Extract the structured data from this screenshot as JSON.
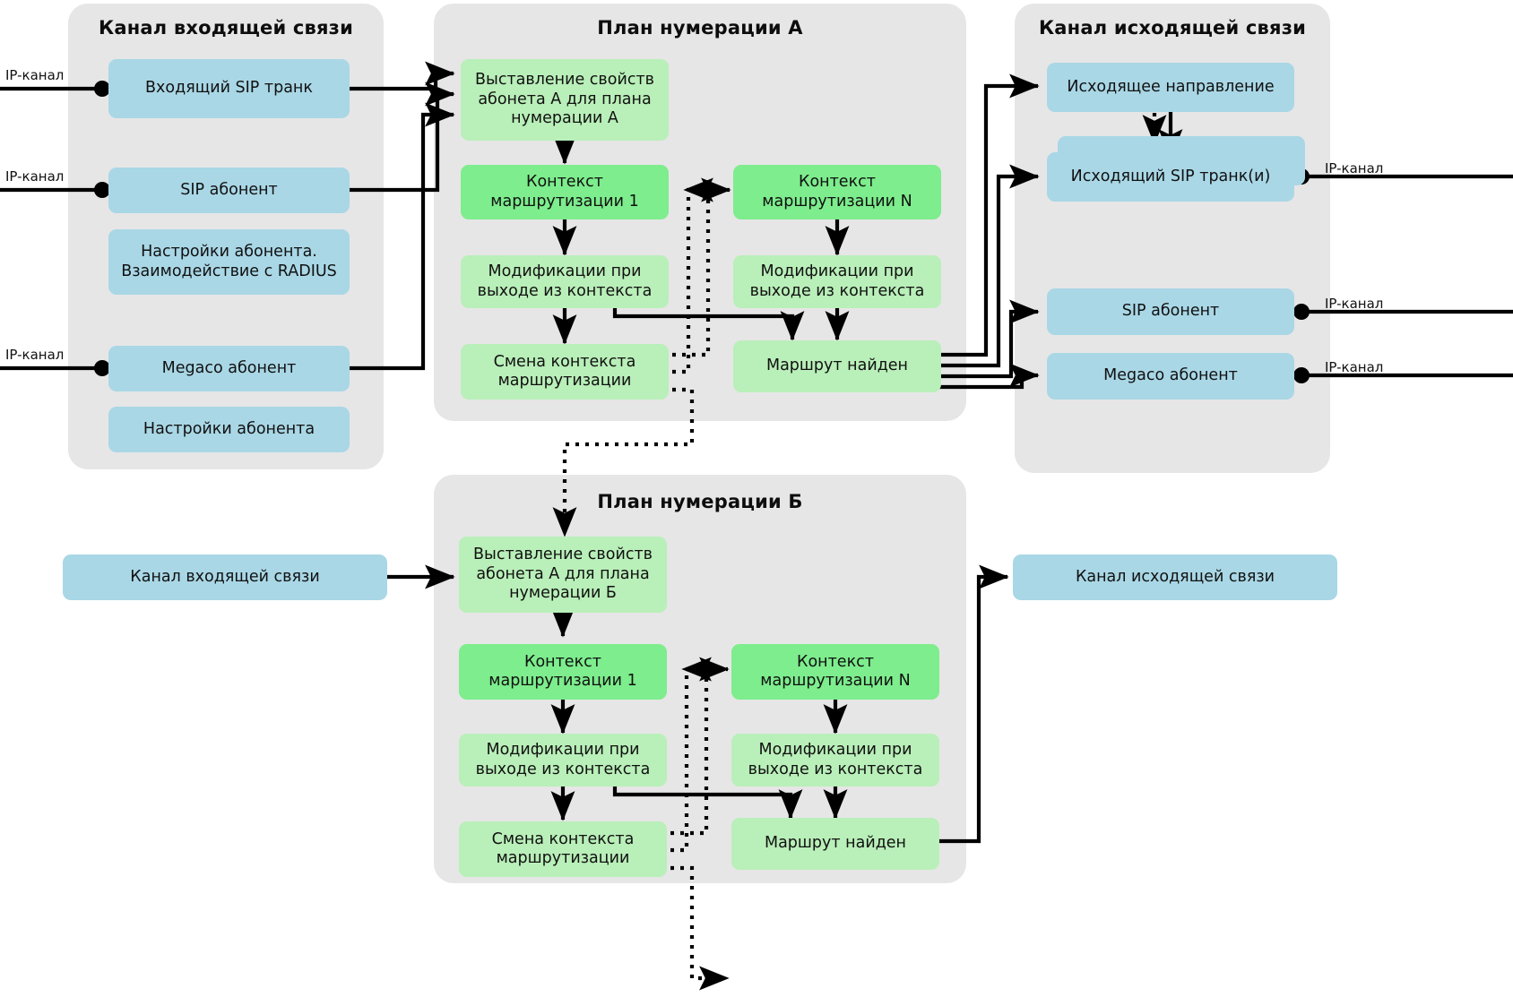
{
  "diagram": {
    "title_incoming": "Канал входящей связи",
    "title_planA": "План нумерации А",
    "title_outgoing": "Канал исходящей связи",
    "title_planB": "План нумерации Б"
  },
  "incoming_panel": {
    "heading": "Канал входящей связи",
    "nodes": [
      {
        "label": "Входящий SIP транк"
      },
      {
        "label": "SIP абонент"
      },
      {
        "label": "Настройки абонента. Взаимодействие с RADIUS"
      },
      {
        "label": "Megaco абонент"
      },
      {
        "label": "Настройки абонента"
      }
    ],
    "ip_labels": [
      "IP-канал",
      "IP-канал",
      "IP-канал"
    ]
  },
  "plan_a": {
    "heading": "План нумерации А",
    "entry": "Выставление свойств абонета А для плана нумерации А",
    "context_1": "Контекст маршрутизации 1",
    "context_n": "Контекст маршрутизации N",
    "mods_1": "Модификации при выходе из контекста",
    "mods_n": "Модификации при выходе из контекста",
    "switch_context": "Смена контекста маршрутизации",
    "route_found": "Маршрут найден"
  },
  "plan_b": {
    "heading": "План нумерации Б",
    "entry": "Выставление свойств абонета А для плана нумерации Б",
    "context_1": "Контекст маршрутизации 1",
    "context_n": "Контекст маршрутизации N",
    "mods_1": "Модификации при выходе из контекста",
    "mods_n": "Модификации при выходе из контекста",
    "switch_context": "Смена контекста маршрутизации",
    "route_found": "Маршрут найден"
  },
  "outgoing_panel": {
    "heading": "Канал исходящей связи",
    "nodes": [
      {
        "label": "Исходящее направление"
      },
      {
        "label": "Исходящий SIP транк(и)"
      },
      {
        "label": "SIP абонент"
      },
      {
        "label": "Megaco абонент"
      }
    ],
    "ip_labels": [
      "IP-канал",
      "IP-канал",
      "IP-канал"
    ]
  },
  "bottom_channels": {
    "incoming": "Канал входящей связи",
    "outgoing": "Канал исходящей связи"
  },
  "colors": {
    "panel_bg": "#e6e6e6",
    "blue_node": "#a9d7e6",
    "green_node_dark": "#7ded8d",
    "green_node_light": "#b9efb9",
    "wire": "#000000"
  }
}
